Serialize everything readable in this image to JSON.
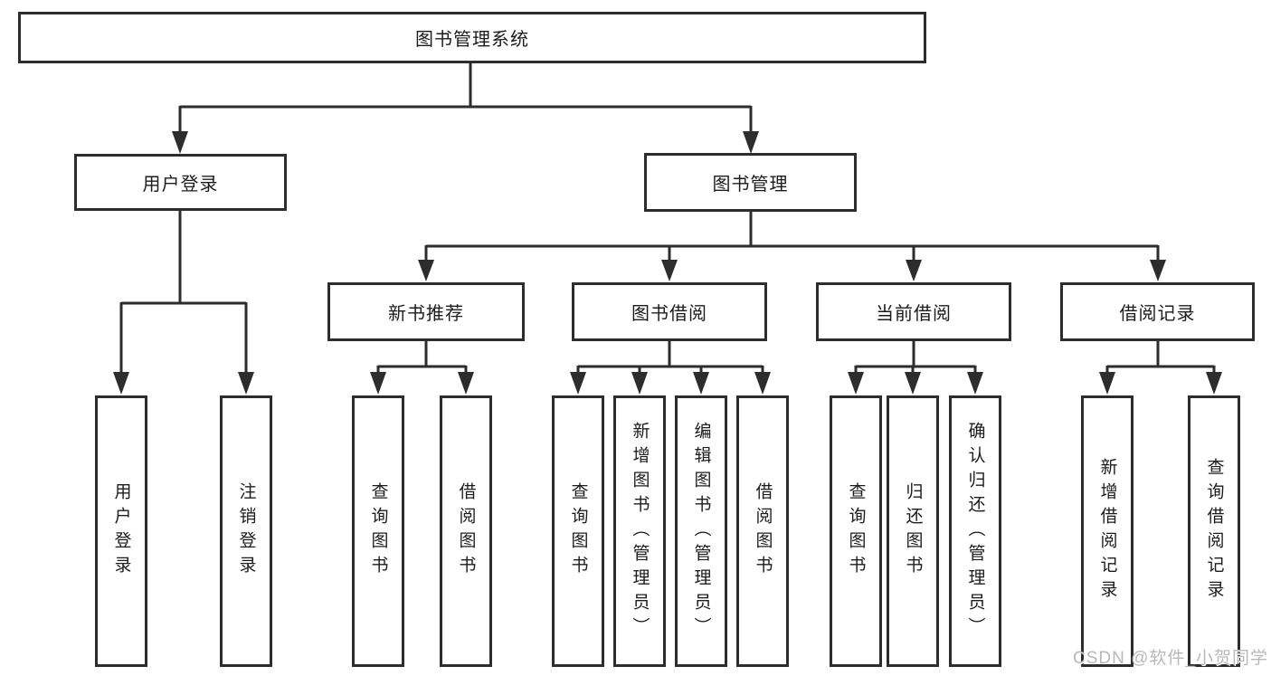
{
  "diagram": {
    "title_node": "图书管理系统",
    "level2": {
      "user_login": "用户登录",
      "book_mgmt": "图书管理"
    },
    "level3": {
      "new_book_rec": "新书推荐",
      "book_borrow": "图书借阅",
      "current_borrow": "当前借阅",
      "borrow_record": "借阅记录"
    },
    "leaves": {
      "user_login": [
        "用户登录",
        "注销登录"
      ],
      "new_book_rec": [
        "查询图书",
        "借阅图书"
      ],
      "book_borrow": [
        "查询图书",
        "新增图书（管理员）",
        "编辑图书（管理员）",
        "借阅图书"
      ],
      "current_borrow": [
        "查询图书",
        "归还图书",
        "确认归还（管理员）"
      ],
      "borrow_record": [
        "新增借阅记录",
        "查询借阅记录"
      ]
    },
    "colors": {
      "line": "#2d2d2d",
      "text": "#1c1c1c",
      "background": "#ffffff",
      "watermark": "#b9b9b9"
    }
  },
  "watermark": "CSDN @软件_小贺同学"
}
